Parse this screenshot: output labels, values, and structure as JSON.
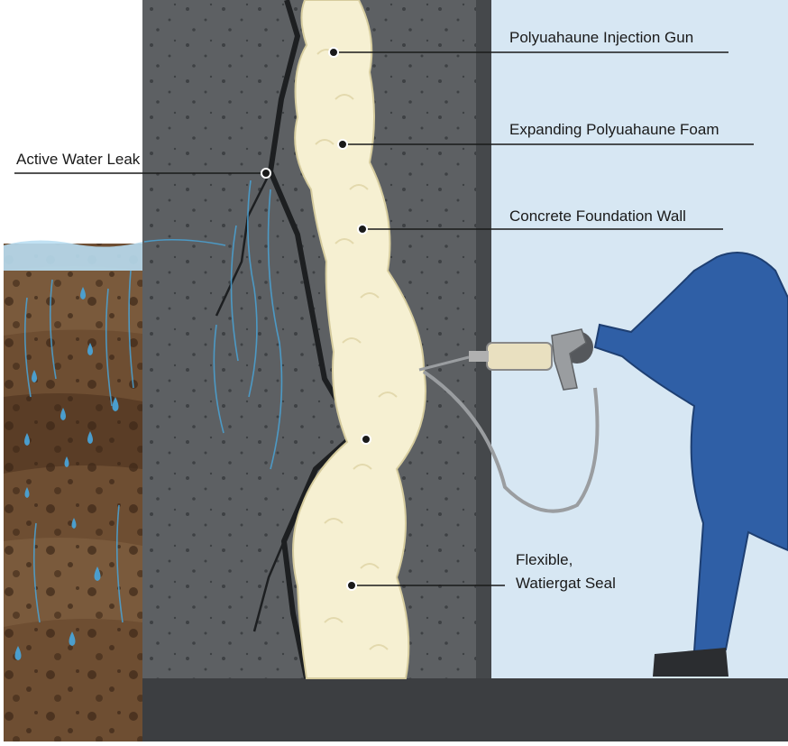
{
  "labels": {
    "injection_gun": "Polyuahaune Injection Gun",
    "expanding_foam": "Expanding Polyuahaune Foam",
    "foundation_wall": "Concrete Foundation Wall",
    "water_leak": "Active Water Leak",
    "seal_line1": "Flexible,",
    "seal_line2": "Watiergat Seal"
  },
  "colors": {
    "concrete": "#5d6063",
    "concrete_dark": "#45484b",
    "foam": "#f6f0d2",
    "foam_shade": "#e3d9ad",
    "soil_dark": "#5a3d26",
    "soil_mid": "#7a5a3c",
    "water": "#4aa3d6",
    "room_wall": "#d7e7f3",
    "worker_suit": "#2f5fa6",
    "floor": "#3c3e41"
  }
}
